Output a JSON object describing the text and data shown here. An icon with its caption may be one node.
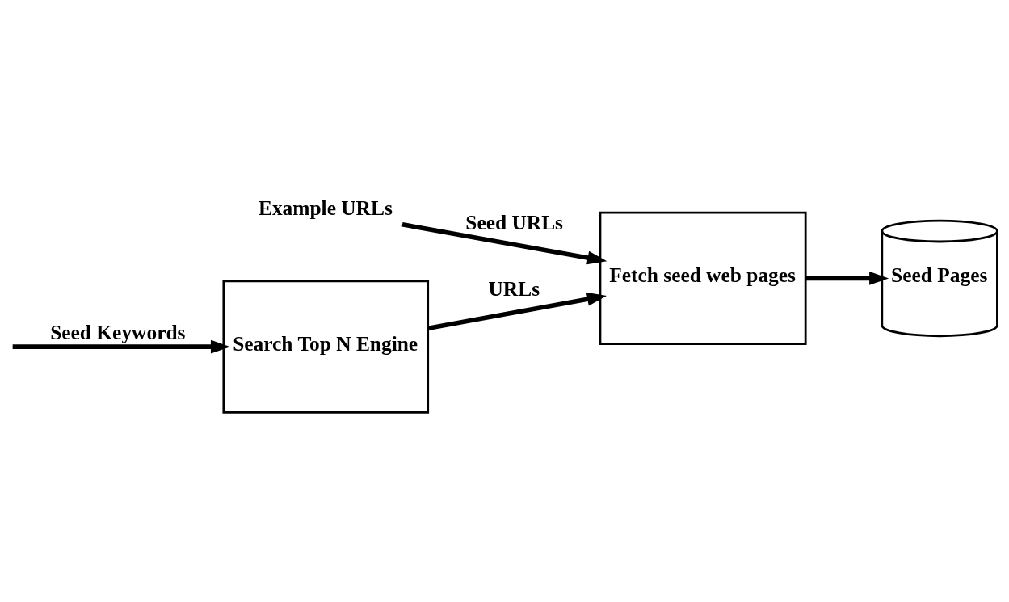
{
  "diagram": {
    "nodes": [
      {
        "text": [
          "Example URLs"
        ]
      },
      {
        "text": [
          "Search Top N Engine"
        ]
      },
      {
        "text": [
          "Fetch seed web pages"
        ]
      },
      {
        "text": [
          "Seed Pages"
        ]
      }
    ],
    "edges": [
      {
        "from": null,
        "to": 1,
        "arrow": "to",
        "label": "Seed Keywords"
      },
      {
        "from": 1,
        "to": 2,
        "arrow": "to",
        "label": "URLs"
      },
      {
        "from": 0,
        "to": 2,
        "arrow": "to",
        "label": "Seed URLs"
      },
      {
        "from": 2,
        "to": 3,
        "arrow": "to"
      }
    ]
  }
}
